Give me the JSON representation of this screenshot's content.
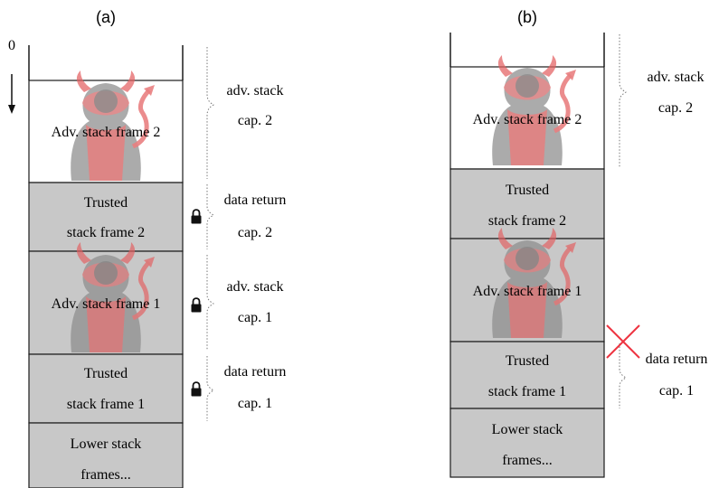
{
  "panel_a": {
    "label": "(a)",
    "axis_label": "0",
    "frames": {
      "adv_2": "Adv. stack frame 2",
      "trusted_2": [
        "Trusted",
        "stack frame 2"
      ],
      "adv_1": "Adv. stack frame 1",
      "trusted_1": [
        "Trusted",
        "stack frame 1"
      ],
      "lower": [
        "Lower stack",
        "frames..."
      ]
    },
    "caps": {
      "adv_stack_2": [
        "adv. stack",
        "cap. 2"
      ],
      "data_return_2": [
        "data return",
        "cap. 2"
      ],
      "adv_stack_1": [
        "adv. stack",
        "cap. 1"
      ],
      "data_return_1": [
        "data return",
        "cap. 1"
      ]
    }
  },
  "panel_b": {
    "label": "(b)",
    "frames": {
      "adv_2": "Adv. stack frame 2",
      "trusted_2": [
        "Trusted",
        "stack frame 2"
      ],
      "adv_1": "Adv. stack frame 1",
      "trusted_1": [
        "Trusted",
        "stack frame 1"
      ],
      "lower": [
        "Lower stack",
        "frames..."
      ]
    },
    "caps": {
      "adv_stack_2": [
        "adv. stack",
        "cap. 2"
      ],
      "data_return_1": [
        "data return",
        "cap. 1"
      ]
    }
  },
  "colors": {
    "trusted_fill": "#c8c8c8",
    "adversary_fill": "#ffffff",
    "line": "#1a1a1a",
    "devil_red": "#e0585a",
    "devil_gray": "#7a7a7a",
    "cross": "#ee3340",
    "lock": "#111111"
  }
}
